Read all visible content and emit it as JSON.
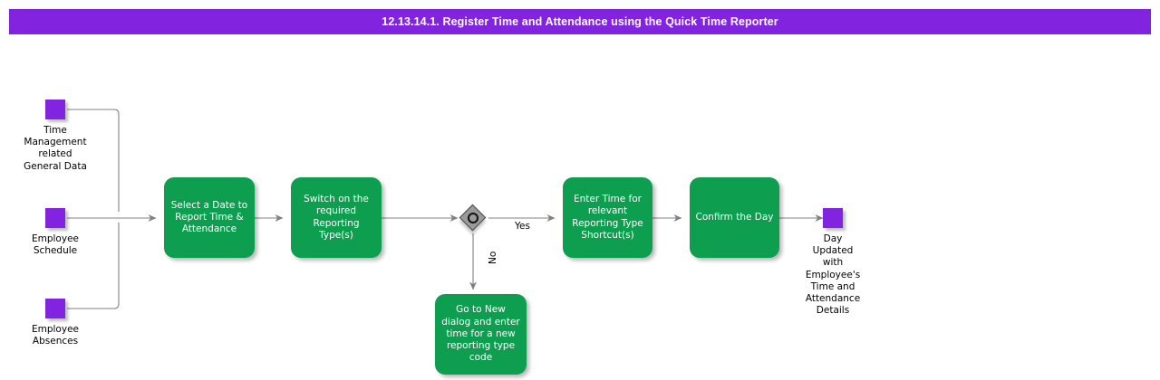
{
  "header": {
    "title": "12.13.14.1. Register Time and Attendance using the Quick Time Reporter",
    "bar_color": "#8223E0",
    "text_color": "#FFFFFF"
  },
  "theme": {
    "process_color": "#0D9E4F",
    "data_object_color": "#8223E0",
    "gateway_fill": "#9A9A9A",
    "gateway_border": "#4D4D4D",
    "connector_color": "#808080",
    "background": "#FFFFFF"
  },
  "diagram": {
    "type": "bpmn-process-flow",
    "inputs": [
      {
        "id": "input-1",
        "label": "Time\nManagement\nrelated\nGeneral Data",
        "icon": "data-object-icon"
      },
      {
        "id": "input-2",
        "label": "Employee\nSchedule",
        "icon": "data-object-icon"
      },
      {
        "id": "input-3",
        "label": "Employee\nAbsences",
        "icon": "data-object-icon"
      }
    ],
    "steps": [
      {
        "id": "step-1",
        "label": "Select a Date to\nReport Time &\nAttendance"
      },
      {
        "id": "step-2",
        "label": "Switch on the\nrequired\nReporting\nType(s)"
      },
      {
        "id": "step-3",
        "label": "Enter Time for\nrelevant\nReporting Type\nShortcut(s)"
      },
      {
        "id": "step-4",
        "label": "Confirm the Day"
      },
      {
        "id": "step-5",
        "label": "Go to New\ndialog and enter\ntime for a new\nreporting type\ncode"
      }
    ],
    "gateway": {
      "id": "gateway-1",
      "kind": "inclusive-gateway",
      "yes_label": "Yes",
      "no_label": "No"
    },
    "outputs": [
      {
        "id": "output-1",
        "label": "Day\nUpdated\nwith\nEmployee's\nTime and\nAttendance\nDetails",
        "icon": "data-object-icon"
      }
    ]
  }
}
